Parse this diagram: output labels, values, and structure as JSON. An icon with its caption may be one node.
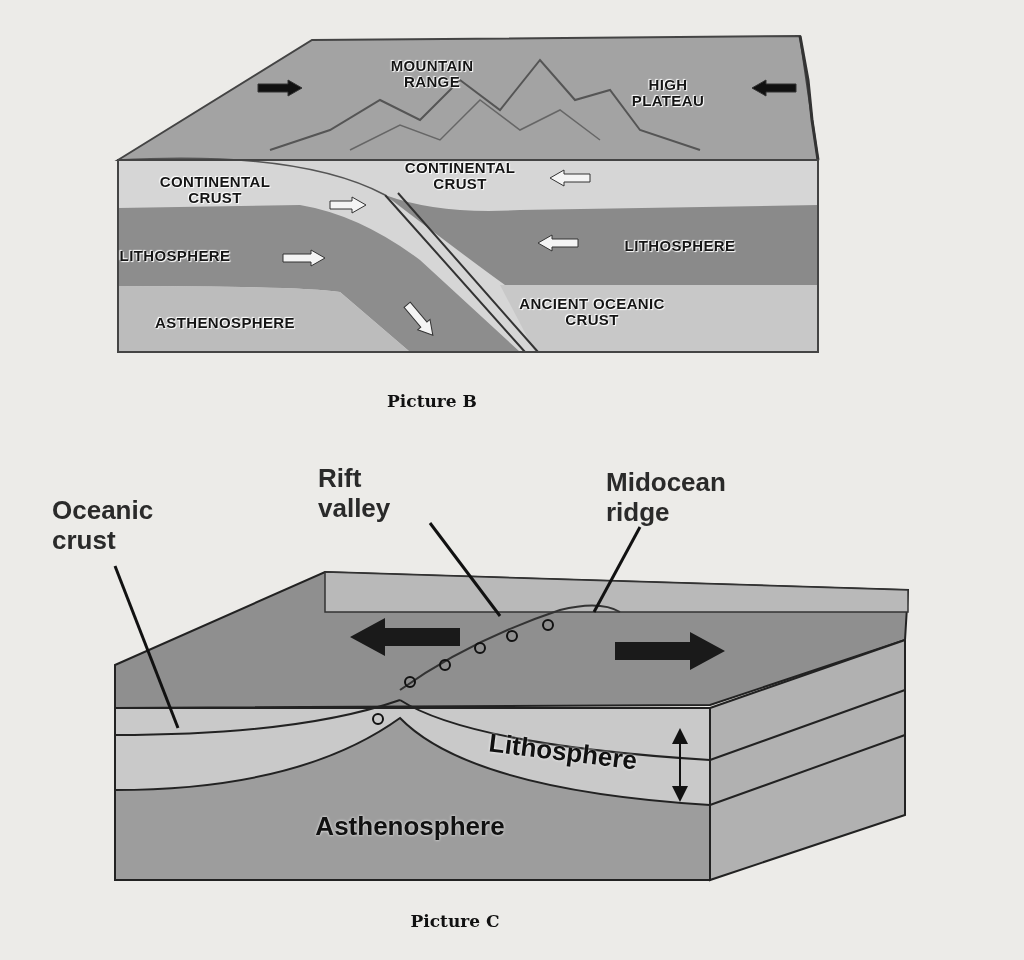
{
  "diagram": {
    "nodes": [
      {
        "text": [
          "Oceanic crust"
        ]
      },
      {
        "text": [
          "Rift valley"
        ]
      },
      {
        "text": [
          "Midocean ridge"
        ]
      }
    ],
    "edges": [
      {
        "from": 0,
        "to": null,
        "arrow": "none"
      },
      {
        "from": 1,
        "to": null,
        "arrow": "none"
      },
      {
        "from": 2,
        "to": null,
        "arrow": "none"
      }
    ],
    "labels": [
      "MOUNTAIN RANGE",
      "HIGH PLATEAU",
      "CONTINENTAL CRUST",
      "CONTINENTAL CRUST",
      "LITHOSPHERE",
      "LITHOSPHERE",
      "ASTHENOSPHERE",
      "ANCIENT OCEANIC CRUST",
      "Picture B",
      "Lithosphere",
      "Asthenosphere",
      "Picture C"
    ]
  }
}
